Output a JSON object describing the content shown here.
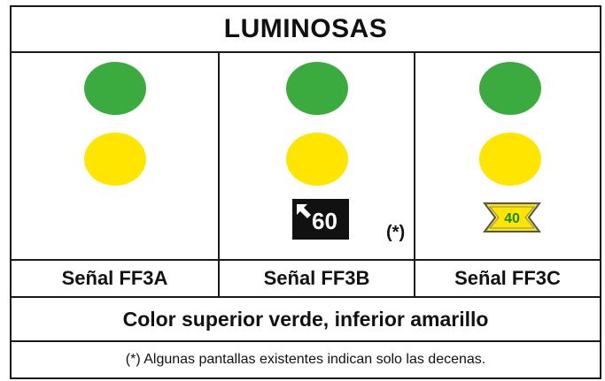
{
  "title": "LUMINOSAS",
  "signals": [
    {
      "label": "Señal FF3A"
    },
    {
      "label": "Señal FF3B",
      "panel_value": "60",
      "note_marker": "(*)"
    },
    {
      "label": "Señal FF3C",
      "panel_value": "40"
    }
  ],
  "color_description": "Color superior verde, inferior amarillo",
  "footnote": "(*) Algunas pantallas existentes indican solo las decenas.",
  "colors": {
    "upper_lamp": "#3bab3f",
    "lower_lamp": "#ffe500",
    "panel_dark": "#111111",
    "panel_40_fill": "#ffe500",
    "panel_40_text": "#1a8a2a"
  },
  "icons": {
    "panel_60_arrow": "arrow-up-left-icon"
  }
}
